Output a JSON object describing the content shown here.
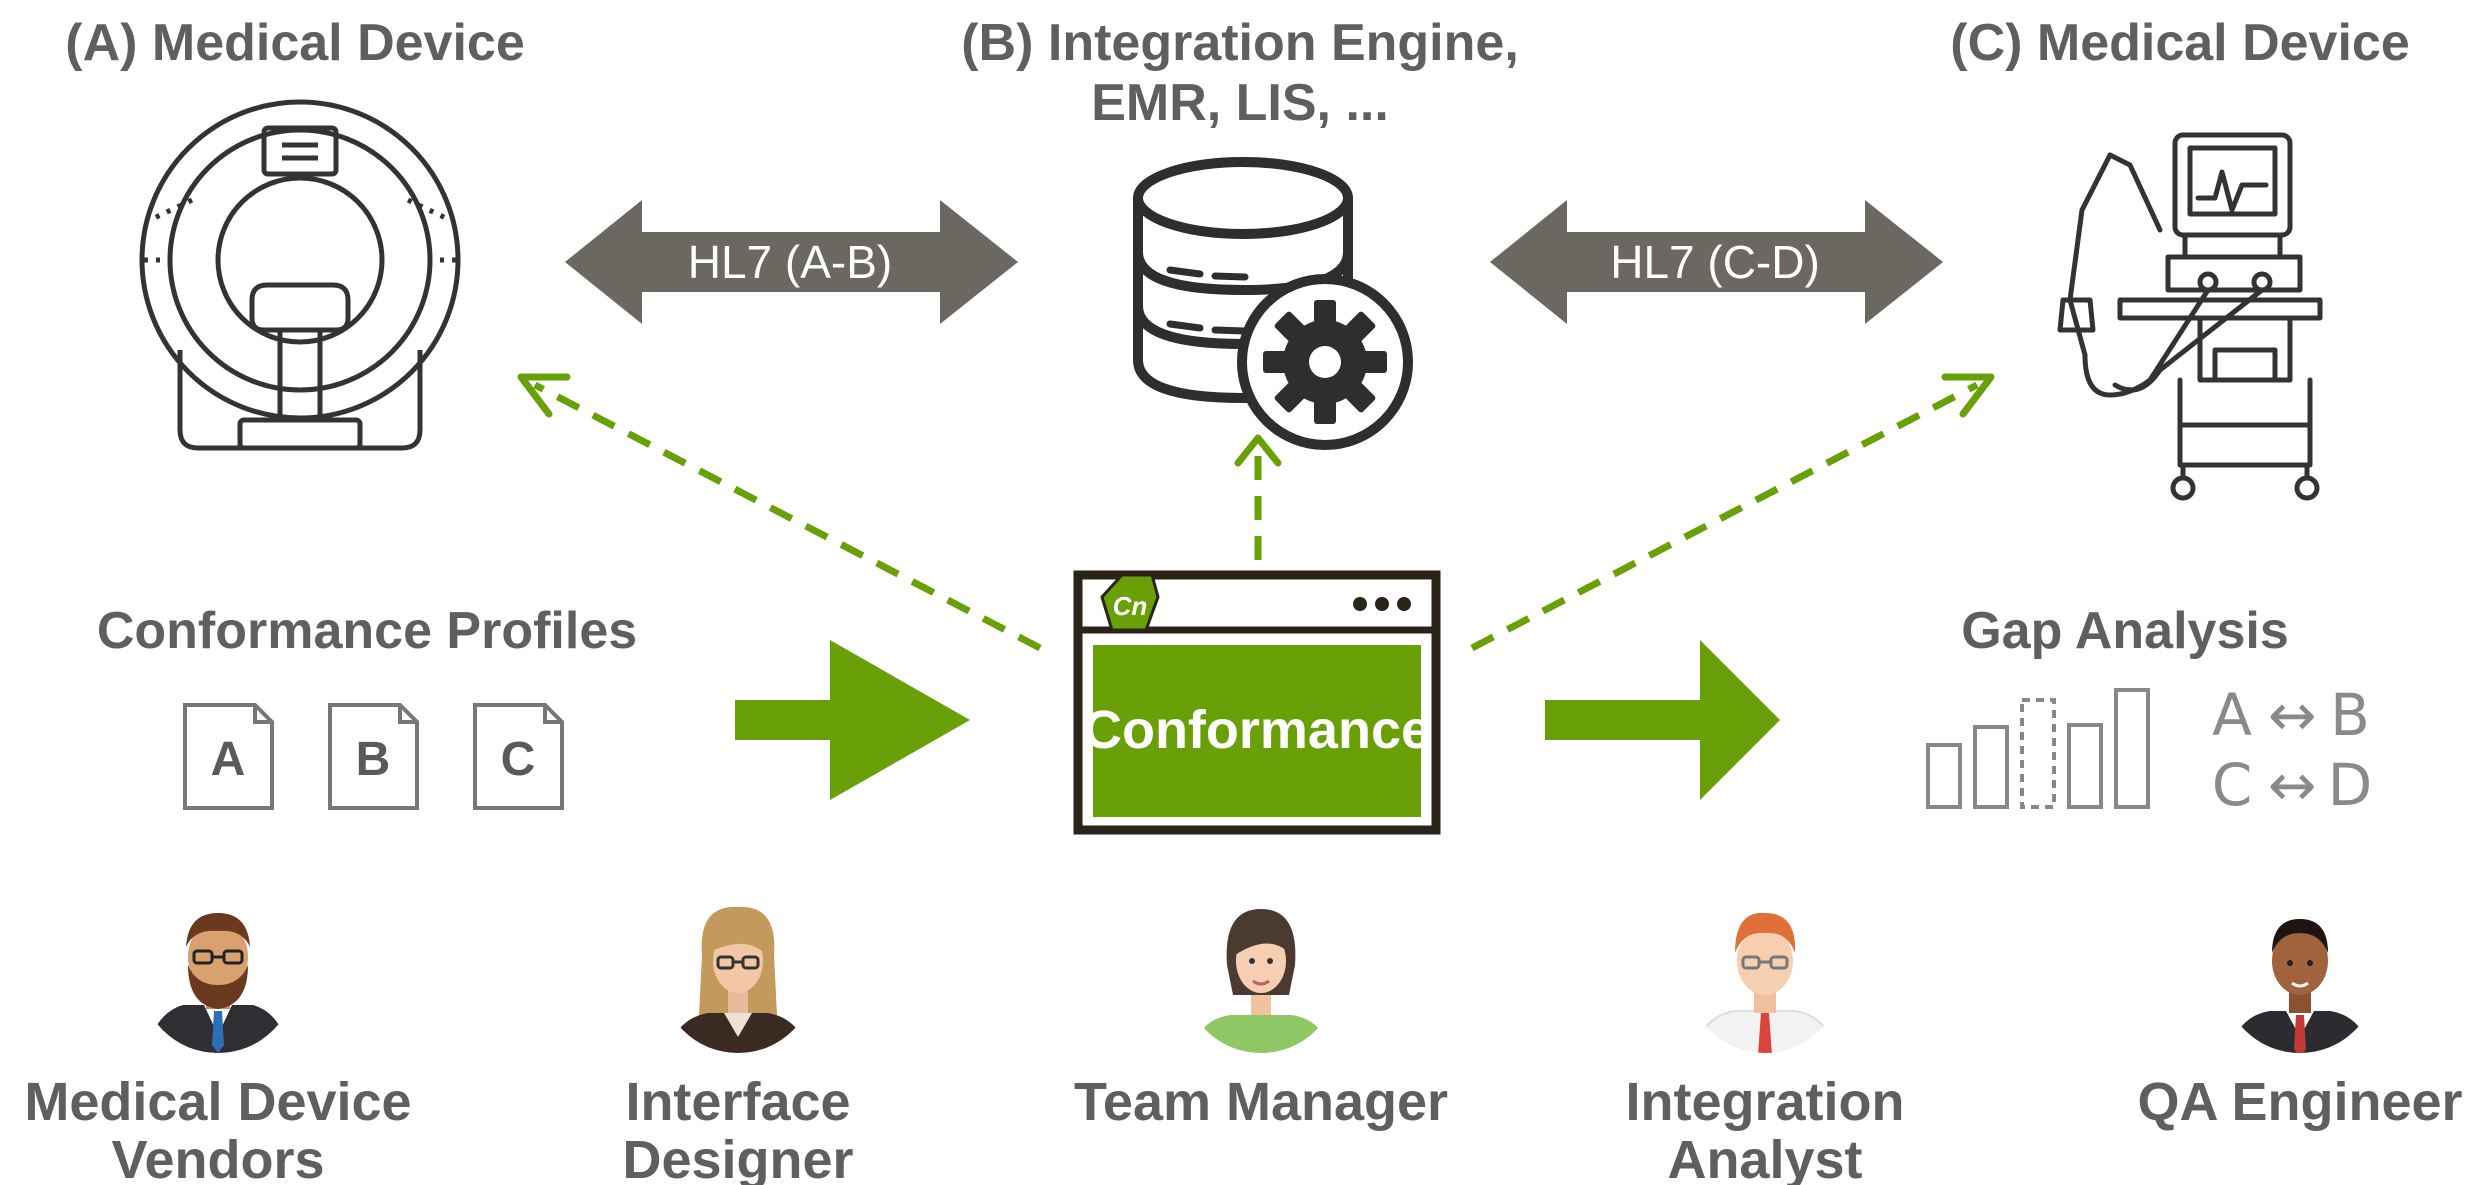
{
  "nodes": {
    "device_a": {
      "title": "(A) Medical Device"
    },
    "integration_engine": {
      "title_line1": "(B) Integration Engine,",
      "title_line2": "EMR, LIS, ..."
    },
    "device_c": {
      "title": "(C) Medical Device"
    }
  },
  "links": {
    "ab": {
      "label": "HL7 (A-B)"
    },
    "cd": {
      "label": "HL7 (C-D)"
    }
  },
  "conformance_app": {
    "label": "Conformance",
    "logo_text": "Cn"
  },
  "conformance_profiles": {
    "title": "Conformance Profiles",
    "docs": [
      "A",
      "B",
      "C"
    ]
  },
  "gap_analysis": {
    "title": "Gap Analysis",
    "pairs": [
      {
        "left": "A",
        "arrow": "↔",
        "right": "B"
      },
      {
        "left": "C",
        "arrow": "↔",
        "right": "D"
      }
    ]
  },
  "roles": [
    {
      "line1": "Medical Device",
      "line2": "Vendors"
    },
    {
      "line1": "Interface",
      "line2": "Designer"
    },
    {
      "line1": "Team Manager",
      "line2": ""
    },
    {
      "line1": "Integration",
      "line2": "Analyst"
    },
    {
      "line1": "QA Engineer",
      "line2": ""
    }
  ],
  "colors": {
    "green": "#6aa007",
    "dark_arrow": "#6b6862",
    "text_gray": "#5f5f5f",
    "icon_dark": "#333333"
  },
  "icons": {
    "device_a": "mri-scanner-icon",
    "engine": "database-gear-icon",
    "device_c": "ventilator-icon",
    "window": "browser-window-icon",
    "chart": "bar-chart-icon"
  }
}
